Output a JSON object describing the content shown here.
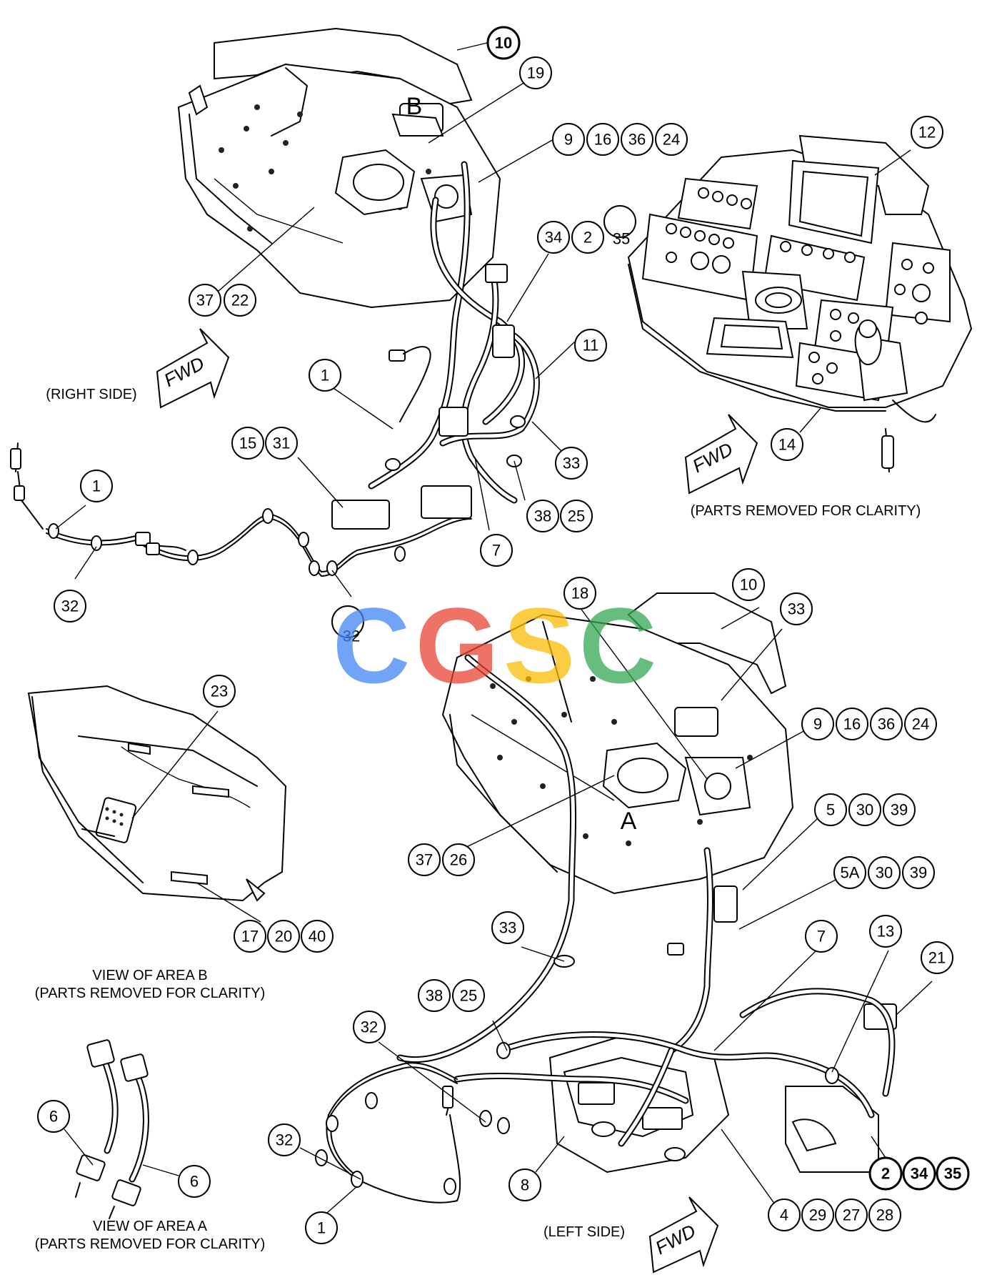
{
  "captions": {
    "right_side": "(RIGHT SIDE)",
    "left_side": "(LEFT SIDE)",
    "parts_removed_top_right": "(PARTS REMOVED FOR CLARITY)",
    "view_area_b_title": "VIEW OF AREA B",
    "view_area_b_sub": "(PARTS REMOVED FOR CLARITY)",
    "view_area_a_title": "VIEW OF AREA A",
    "view_area_a_sub": "(PARTS REMOVED FOR CLARITY)"
  },
  "area_letters": {
    "b": "B",
    "a": "A"
  },
  "fwd_arrows": [
    "FWD",
    "FWD",
    "FWD"
  ],
  "watermark": {
    "letters": [
      "C",
      "G",
      "S",
      "C"
    ],
    "colors": [
      "#4285F4",
      "#EA4335",
      "#FBBC05",
      "#34A853"
    ]
  },
  "callouts": {
    "right_side": [
      "10",
      "19",
      "9",
      "16",
      "36",
      "24",
      "34",
      "2",
      "35",
      "37",
      "22",
      "11",
      "1",
      "15",
      "31",
      "33",
      "38",
      "25",
      "7",
      "1",
      "32",
      "32"
    ],
    "console": [
      "12",
      "14"
    ],
    "left_side": [
      "18",
      "10",
      "33",
      "9",
      "16",
      "36",
      "24",
      "37",
      "26",
      "5",
      "30",
      "39",
      "5A",
      "30",
      "39",
      "7",
      "13",
      "21",
      "33",
      "38",
      "25",
      "32",
      "32",
      "1",
      "8",
      "4",
      "29",
      "27",
      "28",
      "2",
      "34",
      "35"
    ],
    "area_b": [
      "23",
      "17",
      "20",
      "40"
    ],
    "area_a": [
      "6",
      "6"
    ]
  }
}
